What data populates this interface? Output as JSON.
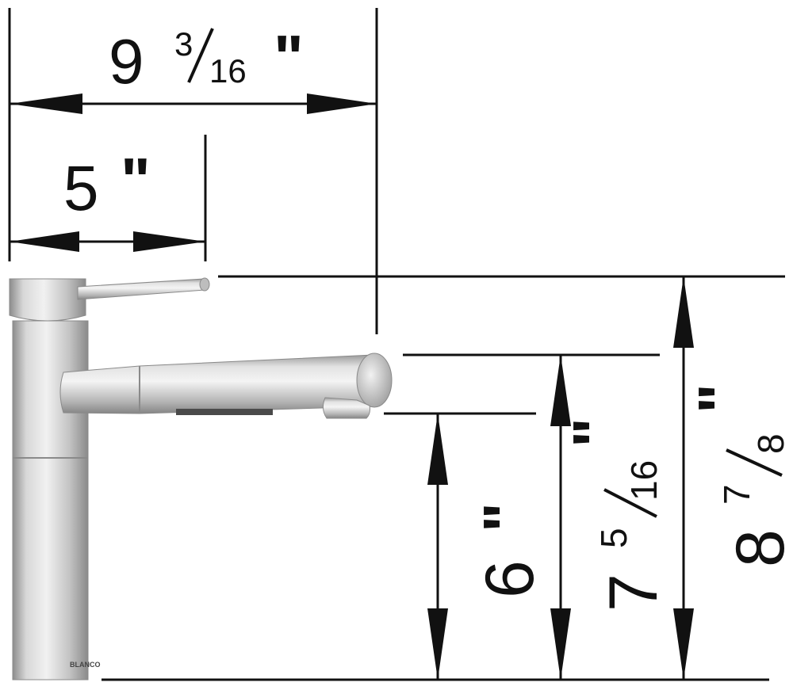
{
  "product": {
    "brand_mark": "BLANCO"
  },
  "dimensions": {
    "overall_reach": {
      "whole": "9",
      "num": "3",
      "den": "16",
      "unit": "\""
    },
    "base_to_spout": {
      "whole": "5",
      "unit": "\""
    },
    "spout_outlet_height": {
      "whole": "6",
      "unit": "\""
    },
    "spout_top_height": {
      "whole": "7",
      "num": "5",
      "den": "16",
      "unit": "\""
    },
    "overall_height": {
      "whole": "8",
      "num": "7",
      "den": "8",
      "unit": "\""
    }
  },
  "colors": {
    "line": "#111111",
    "steel_light": "#e4e4e4",
    "steel_mid": "#b8b8b8",
    "steel_dark": "#7a7a7a"
  }
}
